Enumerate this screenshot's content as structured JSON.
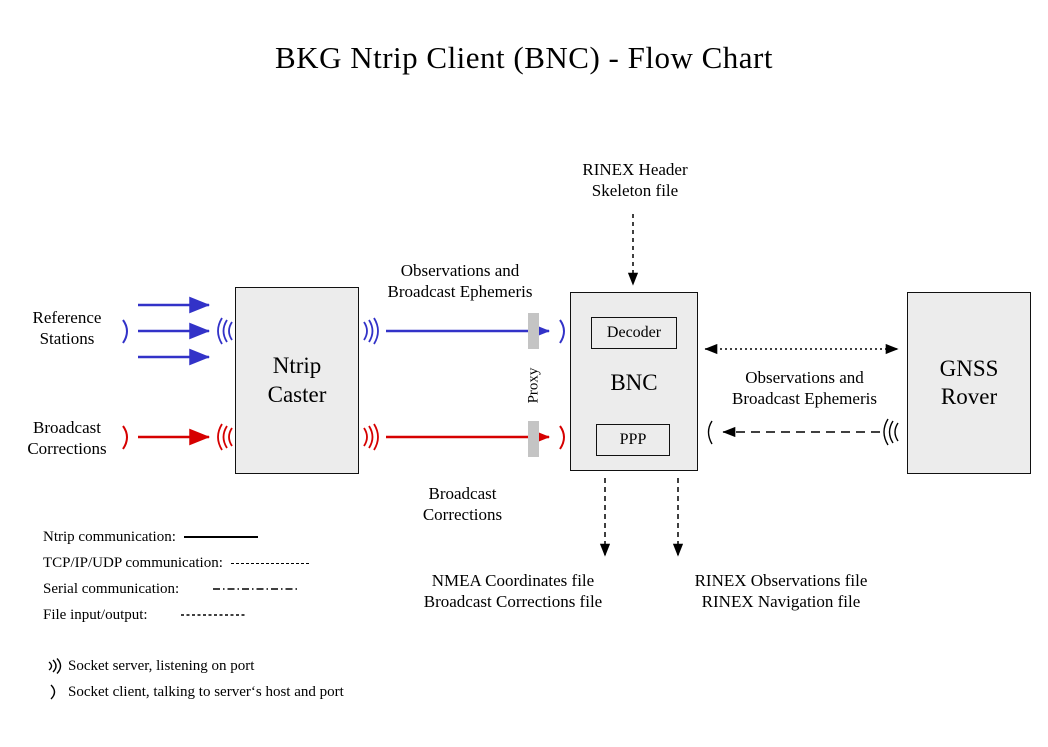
{
  "title": "BKG Ntrip Client (BNC)  -  Flow Chart",
  "colors": {
    "ntrip_blue": "#3232c8",
    "corrections_red": "#d60000",
    "box_fill": "#ececec",
    "box_border": "#111111",
    "proxy_gray": "#c4c4c4",
    "background": "#ffffff"
  },
  "nodes": {
    "ntrip_caster": {
      "label_line1": "Ntrip",
      "label_line2": "Caster"
    },
    "bnc": {
      "label": "BNC",
      "decoder": "Decoder",
      "ppp": "PPP"
    },
    "gnss_rover": {
      "label_line1": "GNSS",
      "label_line2": "Rover"
    }
  },
  "labels": {
    "reference_stations": "Reference\nStations",
    "broadcast_corrections_in": "Broadcast\nCorrections",
    "rinex_skeleton": "RINEX Header\nSkeleton file",
    "observations_ephemeris_left": "Observations and\nBroadcast Ephemeris",
    "broadcast_corrections_mid": "Broadcast\nCorrections",
    "observations_ephemeris_right": "Observations and\nBroadcast Ephemeris",
    "proxy": "Proxy",
    "nmea_output": "NMEA Coordinates file\nBroadcast Corrections file",
    "rinex_output": "RINEX Observations file\nRINEX Navigation file"
  },
  "legend": {
    "lines": [
      {
        "label": "Ntrip communication:",
        "style": "solid"
      },
      {
        "label": "TCP/IP/UDP communication:",
        "style": "dashed"
      },
      {
        "label": "Serial communication:",
        "style": "dash-dot"
      },
      {
        "label": "File input/output:",
        "style": "dotted"
      }
    ],
    "sockets": [
      {
        "symbol": "socket-server-wave",
        "label": "Socket server, listening on port"
      },
      {
        "symbol": "socket-client-arc",
        "label": "Socket client, talking to server‘s host and port"
      }
    ]
  }
}
